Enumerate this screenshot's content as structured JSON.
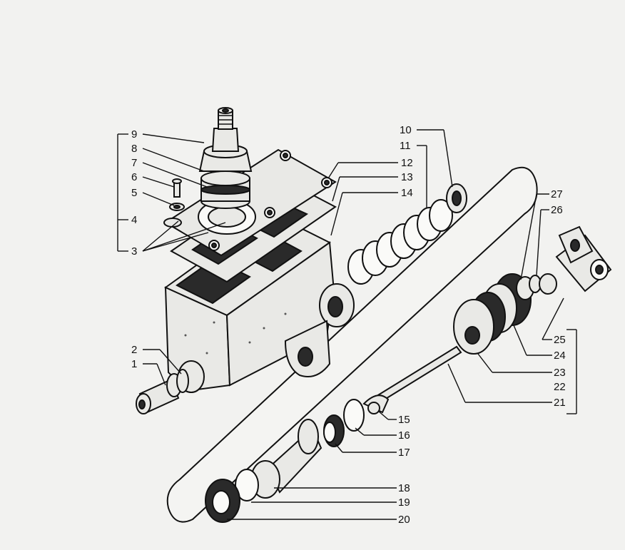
{
  "diagram": {
    "labels": {
      "n1": "1",
      "n2": "2",
      "n3": "3",
      "n4": "4",
      "n5": "5",
      "n6": "6",
      "n7": "7",
      "n8": "8",
      "n9": "9",
      "n10": "10",
      "n11": "11",
      "n12": "12",
      "n13": "13",
      "n14": "14",
      "n15": "15",
      "n16": "16",
      "n17": "17",
      "n18": "18",
      "n19": "19",
      "n20": "20",
      "n21": "21",
      "n22": "22",
      "n23": "23",
      "n24": "24",
      "n25": "25",
      "n26": "26",
      "n27": "27"
    }
  }
}
